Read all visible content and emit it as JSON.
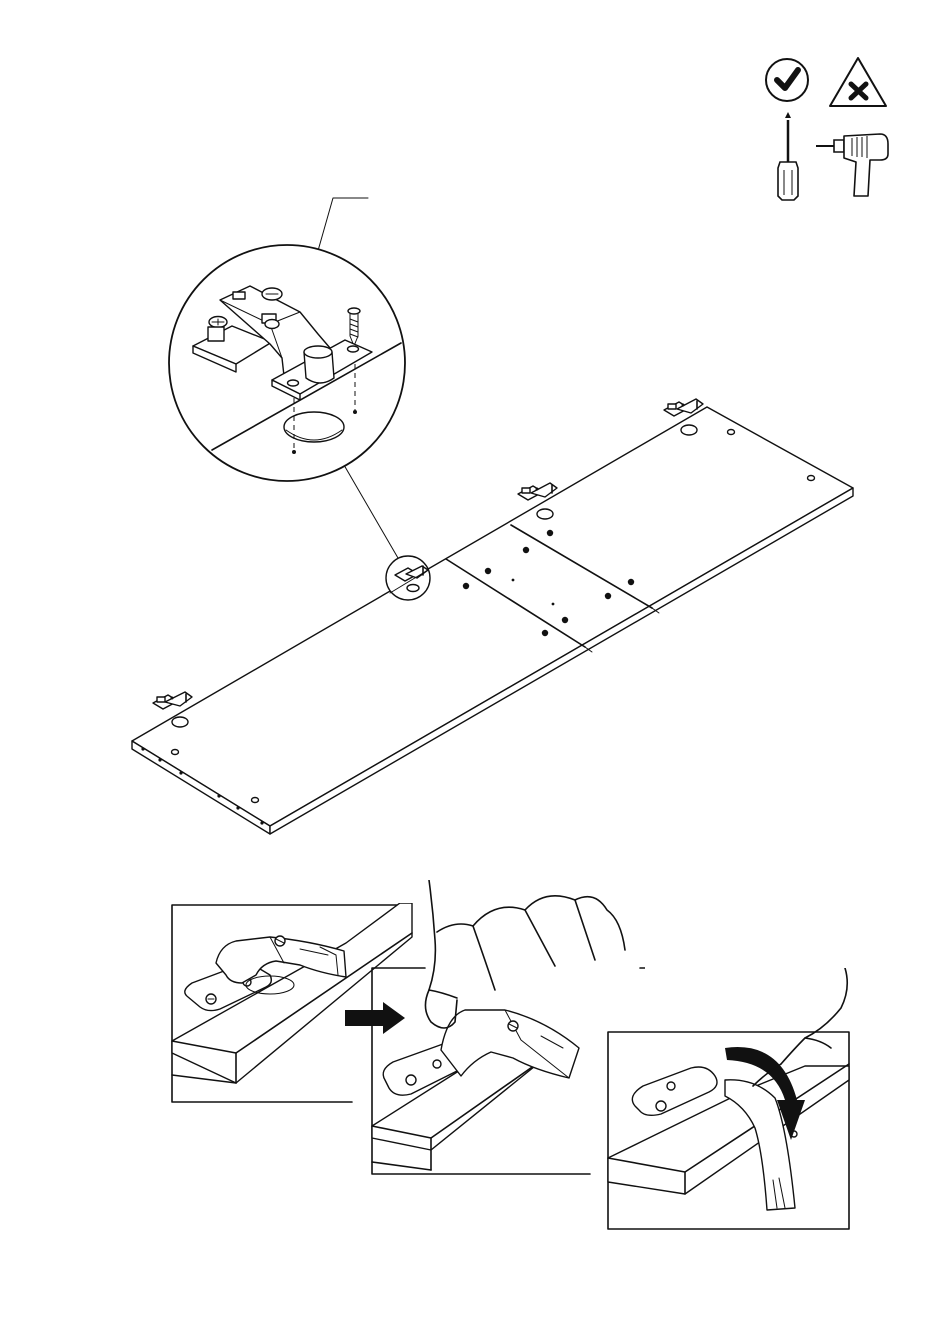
{
  "page": {
    "tools": [
      {
        "icon": "checkmark-circle-icon"
      },
      {
        "icon": "x-triangle-icon"
      },
      {
        "icon": "screwdriver-icon"
      },
      {
        "icon": "drill-icon"
      }
    ],
    "main_figure": {
      "icon": "door-panel-with-hinges-diagram"
    },
    "detail_callout": {
      "icon": "hinge-detail-magnifier"
    },
    "steps": [
      {
        "icon": "hinge-mounted-step-1"
      },
      {
        "icon": "hinge-clip-on-step-2"
      },
      {
        "icon": "hinge-release-step-3"
      }
    ],
    "colors": {
      "ink": "#111111",
      "paper": "#ffffff"
    }
  }
}
